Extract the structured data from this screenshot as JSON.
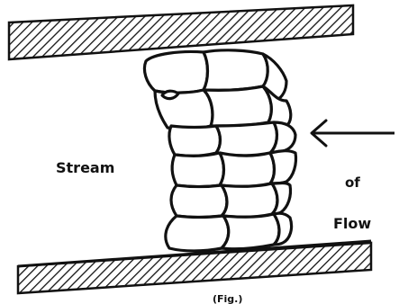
{
  "diagram": {
    "labels": {
      "stream": "Stream",
      "of": "of",
      "flow": "Flow",
      "caption": "(Fig.)"
    },
    "colors": {
      "ink": "#111111",
      "paper": "#ffffff"
    },
    "icons": {
      "flow_direction": "arrow-left-icon"
    }
  }
}
